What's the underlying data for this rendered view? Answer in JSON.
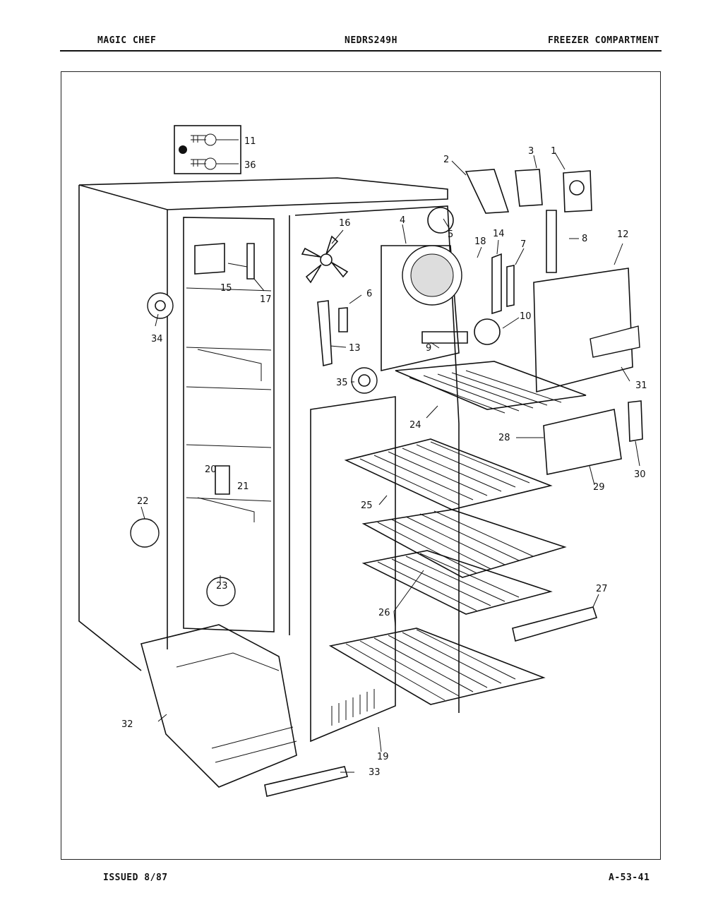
{
  "header": {
    "brand": "MAGIC CHEF",
    "model": "NEDRS249H",
    "section": "FREEZER COMPARTMENT"
  },
  "footer": {
    "issued": "ISSUED 8/87",
    "page_code": "A-53-41"
  },
  "callouts": [
    "1",
    "2",
    "3",
    "4",
    "5",
    "6",
    "7",
    "8",
    "9",
    "10",
    "11",
    "12",
    "13",
    "14",
    "15",
    "16",
    "17",
    "18",
    "19",
    "20",
    "21",
    "22",
    "23",
    "24",
    "25",
    "26",
    "27",
    "28",
    "29",
    "30",
    "31",
    "32",
    "33",
    "34",
    "35",
    "36"
  ]
}
